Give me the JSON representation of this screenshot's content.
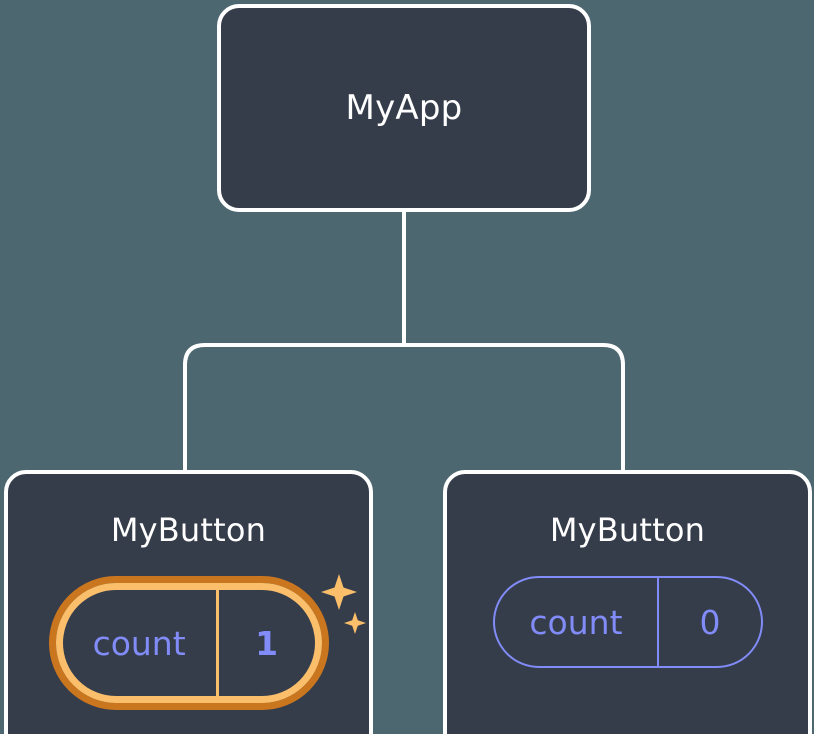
{
  "diagram": {
    "type": "component-tree",
    "background_color": "#4d6771",
    "node_fill": "#353c4a",
    "node_border": "#ffffff",
    "connector_color": "#ffffff",
    "accent_highlight_outer": "#c9761f",
    "accent_highlight_inner": "#fbbf6b",
    "state_color": "#818cf8"
  },
  "root": {
    "title": "MyApp"
  },
  "children": [
    {
      "title": "MyButton",
      "state": {
        "key": "count",
        "value": "1"
      },
      "highlighted": true,
      "sparkle_large": "sparkle-icon",
      "sparkle_small": "sparkle-icon"
    },
    {
      "title": "MyButton",
      "state": {
        "key": "count",
        "value": "0"
      },
      "highlighted": false
    }
  ]
}
